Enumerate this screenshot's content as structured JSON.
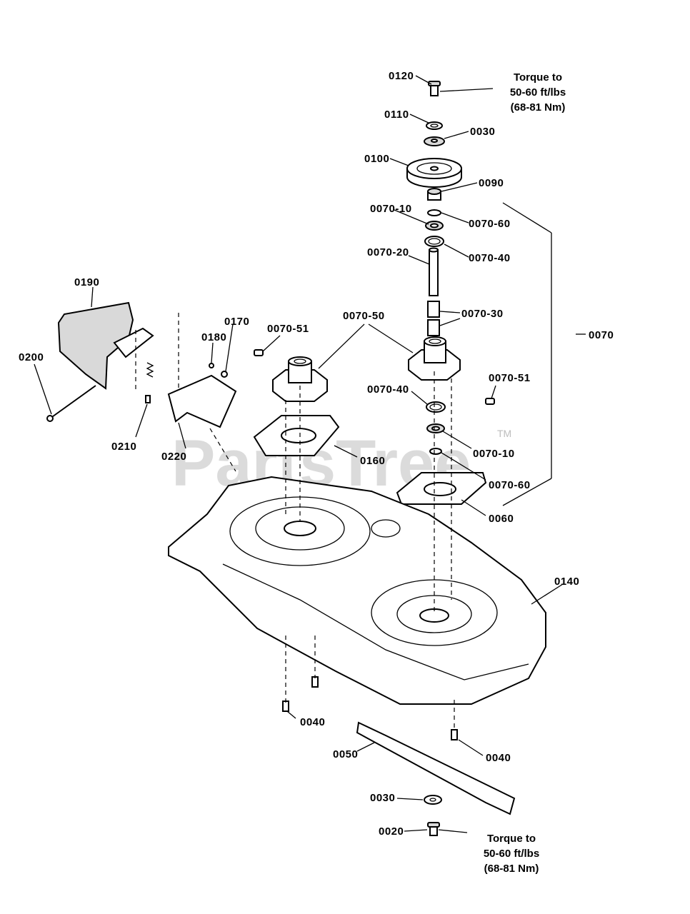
{
  "watermark": {
    "text": "PartsTree",
    "tm": "TM"
  },
  "torque_top": {
    "line1": "Torque to",
    "line2": "50-60 ft/lbs",
    "line3": "(68-81 Nm)"
  },
  "torque_bottom": {
    "line1": "Torque to",
    "line2": "50-60 ft/lbs",
    "line3": "(68-81 Nm)"
  },
  "labels": {
    "p0120": "0120",
    "p0110": "0110",
    "p0030_top": "0030",
    "p0100": "0100",
    "p0090": "0090",
    "p0070_10_top": "0070-10",
    "p0070_60_top": "0070-60",
    "p0070_40_top": "0070-40",
    "p0070_20": "0070-20",
    "p0070_30": "0070-30",
    "p0070": "0070",
    "p0190": "0190",
    "p0170": "0170",
    "p0180": "0180",
    "p0070_51_left": "0070-51",
    "p0070_50": "0070-50",
    "p0200": "0200",
    "p0070_51_right": "0070-51",
    "p0070_40_bottom": "0070-40",
    "p0210": "0210",
    "p0220": "0220",
    "p0160": "0160",
    "p0070_10_bottom": "0070-10",
    "p0070_60_bottom": "0070-60",
    "p0060": "0060",
    "p0140": "0140",
    "p0040_left": "0040",
    "p0050": "0050",
    "p0040_right": "0040",
    "p0030_bottom": "0030",
    "p0020": "0020"
  }
}
